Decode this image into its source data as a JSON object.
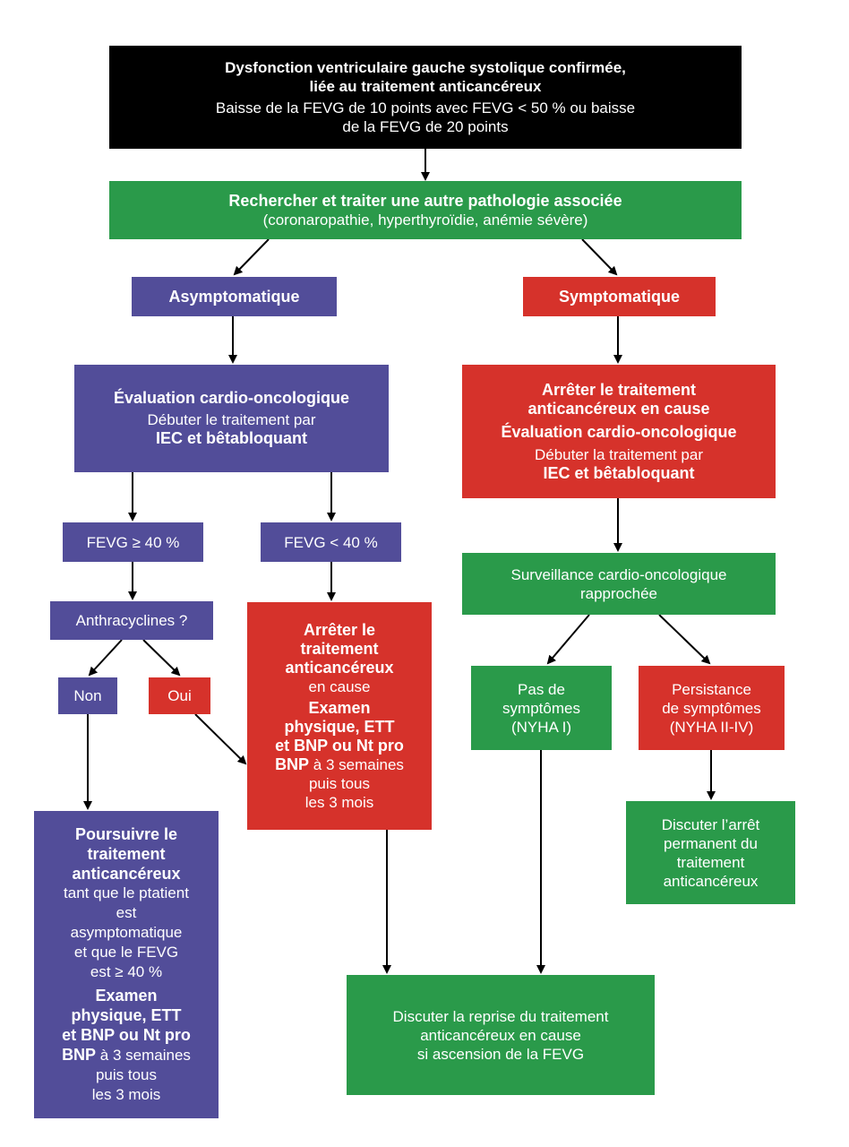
{
  "colors": {
    "black": "#000000",
    "green": "#2a9a4a",
    "purple": "#524d99",
    "red": "#d6322b",
    "text": "#ffffff"
  },
  "top": {
    "title_1": "Dysfonction ventriculaire gauche systolique confirmée,",
    "title_2": "liée au traitement anticancéreux",
    "text_1": "Baisse de la FEVG de 10 points avec FEVG < 50 % ou baisse",
    "text_2": "de la FEVG de 20 points"
  },
  "search": {
    "title": "Rechercher et traiter une autre pathologie associée",
    "text": "(coronaropathie, hyperthyroïdie, anémie sévère)"
  },
  "asymptomatic": {
    "label": "Asymptomatique",
    "eval_title": "Évaluation cardio-oncologique",
    "eval_text": "Débuter le traitement par",
    "eval_drug": "IEC et bêtabloquant",
    "fevg_high": "FEVG ≥ 40 %",
    "fevg_low": "FEVG < 40 %",
    "anthra": "Anthracyclines ?",
    "non": "Non",
    "oui": "Oui",
    "continue_title_1": "Poursuivre le",
    "continue_title_2": "traitement",
    "continue_title_3": "anticancéreux",
    "continue_text_1": "tant que le ptatient",
    "continue_text_2": "est",
    "continue_text_3": "asymptomatique",
    "continue_text_4": "et que le FEVG",
    "continue_text_5": "est ≥ 40 %",
    "continue_exam_1": "Examen",
    "continue_exam_2": "physique, ETT",
    "continue_exam_3": "et BNP ou Nt pro",
    "continue_exam_4_bold": "BNP",
    "continue_exam_4_rest": " à 3 semaines",
    "continue_exam_5": "puis tous",
    "continue_exam_6": "les 3 mois",
    "stop_title_1": "Arrêter le",
    "stop_title_2": "traitement",
    "stop_title_3": "anticancéreux",
    "stop_text": "en cause",
    "stop_exam_1": "Examen",
    "stop_exam_2": "physique, ETT",
    "stop_exam_3": "et BNP ou Nt pro",
    "stop_exam_4_bold": "BNP",
    "stop_exam_4_rest": " à 3 semaines",
    "stop_exam_5": "puis tous",
    "stop_exam_6": "les 3 mois"
  },
  "symptomatic": {
    "label": "Symptomatique",
    "stop_title_1": "Arrêter le traitement",
    "stop_title_2": "anticancéreux en cause",
    "eval_title": "Évaluation cardio-oncologique",
    "eval_text": "Débuter la traitement par",
    "eval_drug": "IEC et bêtabloquant",
    "surveillance_1": "Surveillance cardio-oncologique",
    "surveillance_2": "rapprochée",
    "none_1": "Pas de",
    "none_2": "symptômes",
    "none_3": "(NYHA I)",
    "persist_1": "Persistance",
    "persist_2": "de symptômes",
    "persist_3": "(NYHA II-IV)",
    "discuss_stop_1": "Discuter l’arrêt",
    "discuss_stop_2": "permanent du",
    "discuss_stop_3": "traitement",
    "discuss_stop_4": "anticancéreux"
  },
  "resume": {
    "line_1": "Discuter la reprise du traitement",
    "line_2": "anticancéreux en cause",
    "line_3": "si ascension de la FEVG"
  }
}
